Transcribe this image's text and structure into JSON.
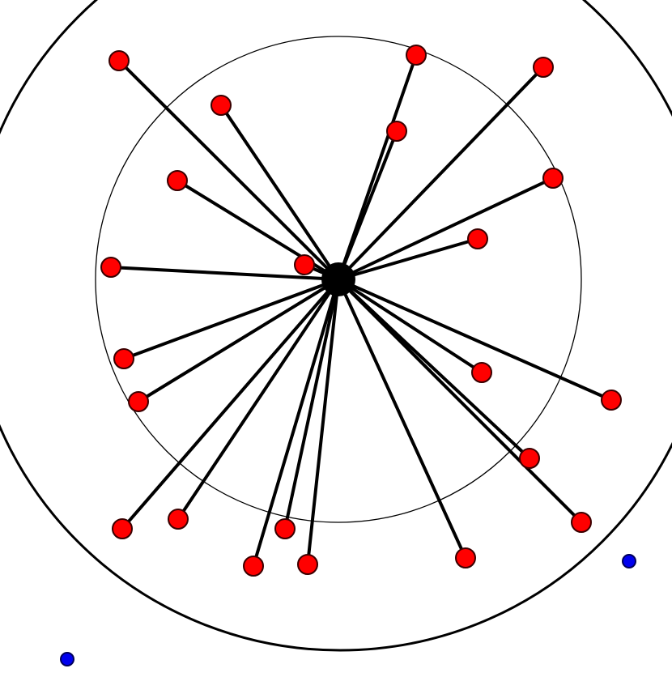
{
  "diagram": {
    "type": "radial-network",
    "colors": {
      "background": "#ffffff",
      "edge": "#000000",
      "hub": "#000000",
      "node_fill": "#ff0000",
      "node_stroke": "#3a0000",
      "outlier_fill": "#0000ee",
      "outlier_stroke": "#00005a",
      "circle_stroke": "#000000"
    },
    "hub": {
      "name": "hub"
    },
    "circles": [
      {
        "name": "inner-circle"
      },
      {
        "name": "outer-circle"
      }
    ],
    "nodes": [
      {
        "name": "node-1"
      },
      {
        "name": "node-2"
      },
      {
        "name": "node-3"
      },
      {
        "name": "node-4"
      },
      {
        "name": "node-5"
      },
      {
        "name": "node-6"
      },
      {
        "name": "node-7"
      },
      {
        "name": "node-8"
      },
      {
        "name": "node-9"
      },
      {
        "name": "node-10"
      },
      {
        "name": "node-11"
      },
      {
        "name": "node-12"
      },
      {
        "name": "node-13"
      },
      {
        "name": "node-14"
      },
      {
        "name": "node-15"
      },
      {
        "name": "node-16"
      },
      {
        "name": "node-17"
      },
      {
        "name": "node-18"
      },
      {
        "name": "node-19"
      },
      {
        "name": "node-20"
      },
      {
        "name": "node-21"
      },
      {
        "name": "node-22"
      },
      {
        "name": "node-23"
      }
    ],
    "outliers": [
      {
        "name": "outlier-1"
      },
      {
        "name": "outlier-2"
      }
    ]
  }
}
